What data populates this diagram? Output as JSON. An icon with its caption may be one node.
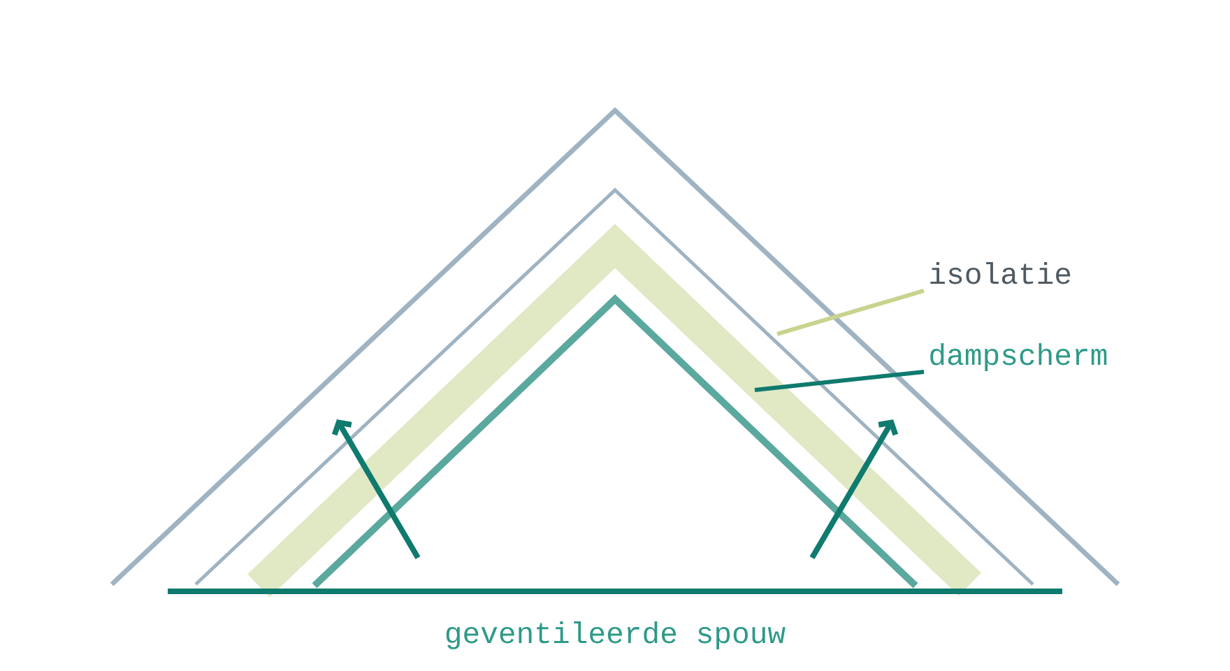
{
  "diagram": {
    "nodes": [
      {
        "text": [
          "isolatie"
        ]
      },
      {
        "text": [
          "dampscherm"
        ]
      }
    ],
    "edges": [
      {
        "from": 0,
        "to": null,
        "arrow": "none",
        "color": "#c8d48e"
      },
      {
        "from": 1,
        "to": null,
        "arrow": "none",
        "color": "#0f7a6e"
      }
    ],
    "labels": [
      "geventileerde spouw"
    ]
  }
}
